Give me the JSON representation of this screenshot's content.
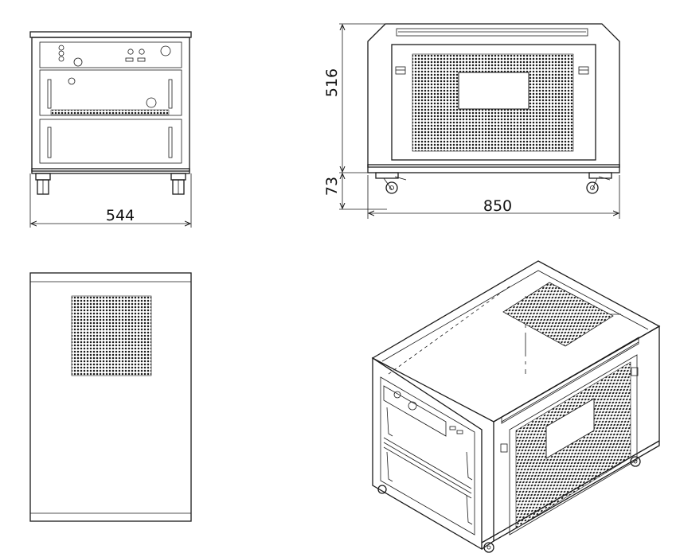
{
  "dimensions": {
    "front_width": "544",
    "side_width": "850",
    "body_height": "516",
    "caster_height": "73"
  },
  "colors": {
    "line": "#1a1a1a",
    "background": "#ffffff"
  },
  "views": [
    "front-view",
    "side-view",
    "top-view",
    "isometric-view"
  ]
}
